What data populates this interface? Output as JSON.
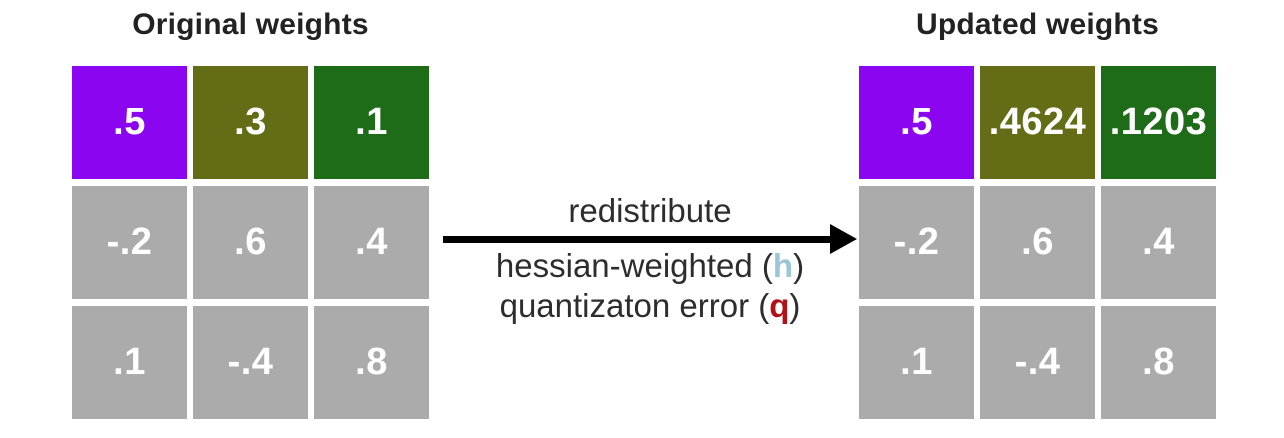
{
  "figure": {
    "left": {
      "title": "Original weights",
      "cells": [
        {
          "value": ".5",
          "color": "purple"
        },
        {
          "value": ".3",
          "color": "olive"
        },
        {
          "value": ".1",
          "color": "green"
        },
        {
          "value": "-.2",
          "color": "gray"
        },
        {
          "value": ".6",
          "color": "gray"
        },
        {
          "value": ".4",
          "color": "gray"
        },
        {
          "value": ".1",
          "color": "gray"
        },
        {
          "value": "-.4",
          "color": "gray"
        },
        {
          "value": ".8",
          "color": "gray"
        }
      ]
    },
    "right": {
      "title": "Updated weights",
      "cells": [
        {
          "value": ".5",
          "color": "purple"
        },
        {
          "value": ".4624",
          "color": "olive"
        },
        {
          "value": ".1203",
          "color": "green"
        },
        {
          "value": "-.2",
          "color": "gray"
        },
        {
          "value": ".6",
          "color": "gray"
        },
        {
          "value": ".4",
          "color": "gray"
        },
        {
          "value": ".1",
          "color": "gray"
        },
        {
          "value": "-.4",
          "color": "gray"
        },
        {
          "value": ".8",
          "color": "gray"
        }
      ]
    },
    "arrow": {
      "label_top": "redistribute",
      "label_line2": {
        "prefix": "hessian-weighted (",
        "var": "h",
        "suffix": ")"
      },
      "label_line3": {
        "prefix": "quantizaton error (",
        "var": "q",
        "suffix": ")"
      },
      "color": "#000000"
    }
  },
  "palette": {
    "purple": "#8C05F0",
    "olive": "#656C16",
    "green": "#1E6C18",
    "gray": "#ABABAB",
    "cell_text": "#FFFFFF",
    "title_text": "#222222",
    "body_text": "#2D2D2D",
    "hessian_blue": "#9AC6D8",
    "quant_red": "#B01217",
    "background": "#FFFFFF"
  }
}
